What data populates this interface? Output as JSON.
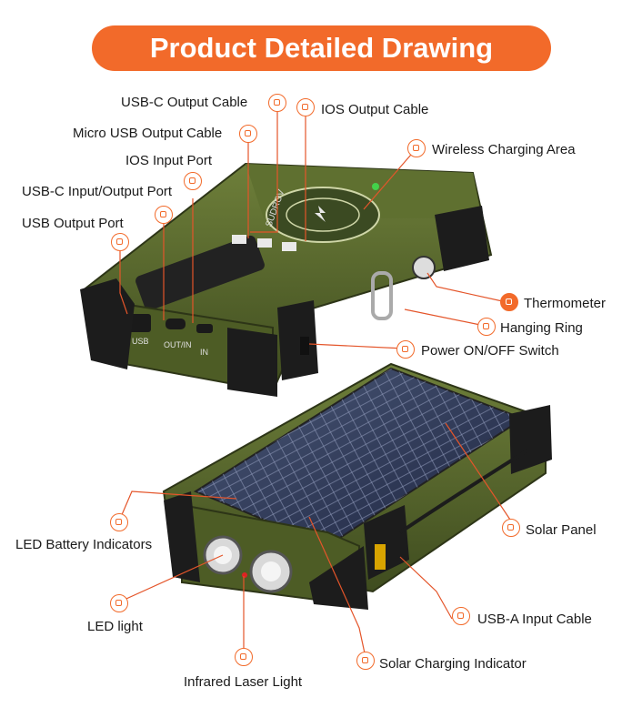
{
  "title": "Product  Detailed Drawing",
  "device_brand": "SUDROV",
  "top_ports": {
    "usb": "USB",
    "out_in": "OUT/IN",
    "in": "IN"
  },
  "callouts": {
    "usb_c_output_cable": "USB-C Output Cable",
    "ios_output_cable": "IOS Output Cable",
    "micro_usb_output_cable": "Micro USB Output Cable",
    "wireless_charging_area": "Wireless Charging Area",
    "ios_input_port": "IOS Input Port",
    "usb_c_input_output_port": "USB-C Input/Output Port",
    "usb_output_port": "USB Output Port",
    "thermometer": "Thermometer",
    "hanging_ring": "Hanging Ring",
    "power_switch": "Power ON/OFF Switch",
    "solar_panel": "Solar Panel",
    "led_battery_indicators": "LED Battery Indicators",
    "led_light": "LED light",
    "usb_a_input_cable": "USB-A Input Cable",
    "solar_charging_indicator": "Solar Charging Indicator",
    "infrared_laser_light": "Infrared Laser Light"
  },
  "colors": {
    "accent": "#f26a2a",
    "body_green": "#5a6b2e",
    "rubber": "#1c1c1c",
    "panel": "#2a3350"
  },
  "icons": [
    "usb-c-icon",
    "lightning-icon",
    "micro-usb-icon",
    "wireless-icon",
    "usb-icon",
    "thermometer-icon",
    "hanging-ring-icon",
    "power-icon",
    "solar-icon",
    "led-indicator-icon",
    "flashlight-icon",
    "usb-a-icon",
    "laser-icon"
  ]
}
